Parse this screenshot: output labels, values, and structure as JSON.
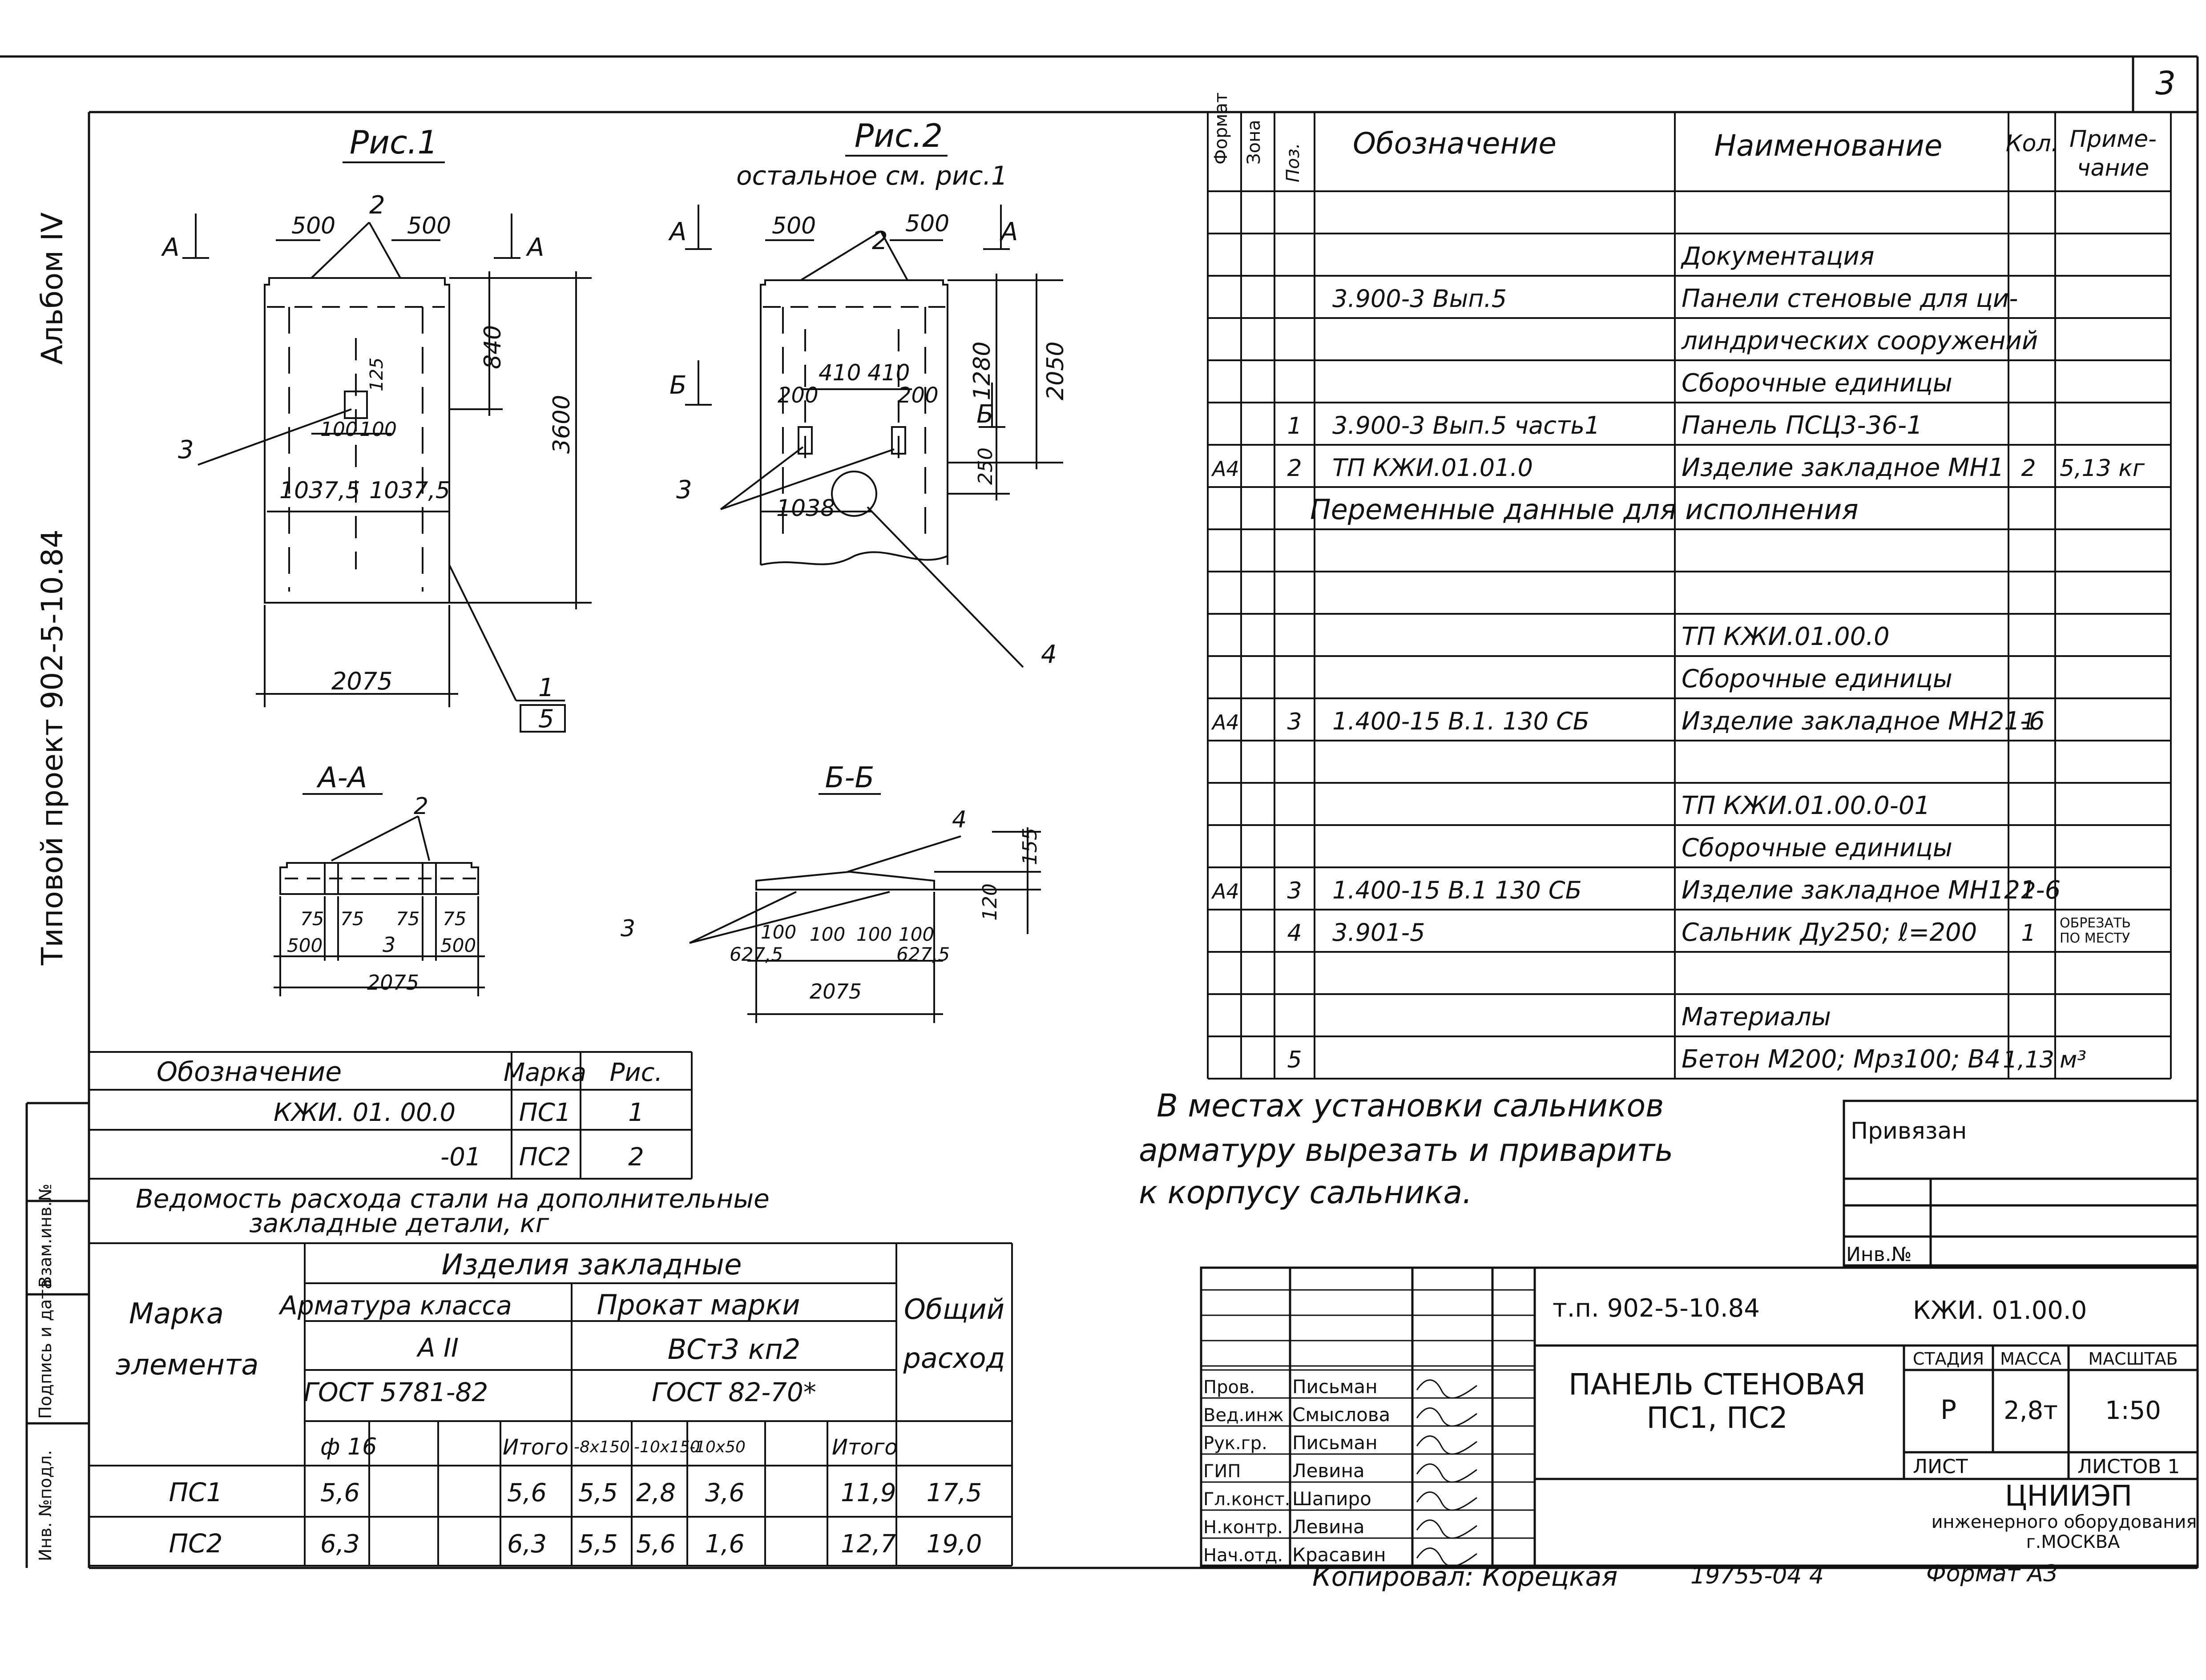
{
  "sheet_number": "3",
  "album": "Альбом IV",
  "project_side": "Типовой проект 902-5-10.84",
  "figures": {
    "fig1": {
      "title": "Рис.1",
      "dims": [
        "500",
        "500",
        "840",
        "3600",
        "125",
        "100",
        "100",
        "1037,5",
        "1037,5",
        "2075"
      ],
      "callouts": [
        "2",
        "3",
        "1",
        "5"
      ],
      "section_marks": [
        "А",
        "А"
      ]
    },
    "fig2": {
      "title": "Рис.2",
      "subtitle": "остальное см. рис.1",
      "dims": [
        "500",
        "500",
        "410",
        "410",
        "200",
        "200",
        "1280",
        "2050",
        "250",
        "1038"
      ],
      "callouts": [
        "2",
        "3",
        "4"
      ],
      "section_marks": [
        "А",
        "А",
        "Б",
        "Б"
      ]
    },
    "section_aa": {
      "title": "А-А",
      "dims": [
        "75",
        "75",
        "75",
        "75",
        "500",
        "500",
        "2075"
      ],
      "callouts": [
        "2",
        "3"
      ]
    },
    "section_bb": {
      "title": "Б-Б",
      "dims": [
        "155",
        "120",
        "100",
        "100",
        "100",
        "100",
        "627,5",
        "627,5",
        "2075"
      ],
      "callouts": [
        "4",
        "3"
      ]
    }
  },
  "mark_table": {
    "headers": [
      "Обозначение",
      "Марка",
      "Рис."
    ],
    "rows": [
      [
        "КЖИ. 01. 00.0",
        "ПС1",
        "1"
      ],
      [
        "-01",
        "ПС2",
        "2"
      ]
    ]
  },
  "steel_table": {
    "caption": "Ведомость расхода стали на дополнительные закладные детали, кг",
    "group_header": "Изделия закладные",
    "mark_header": "Марка элемента",
    "total_header": "Общий расход",
    "arm_header": "Арматура класса",
    "arm_class": "А II",
    "arm_gost": "ГОСТ 5781-82",
    "prokat_header": "Прокат марки",
    "prokat_mark": "ВСт3 кп2",
    "prokat_gost": "ГОСТ 82-70*",
    "sub_headers": [
      "ф 16",
      "",
      "",
      "Итого",
      "-8х150",
      "-10х150",
      "-10х50",
      "",
      "Итого"
    ],
    "rows": [
      {
        "mark": "ПС1",
        "cells": [
          "5,6",
          "",
          "",
          "5,6",
          "5,5",
          "2,8",
          "3,6",
          "",
          "11,9"
        ],
        "total": "17,5"
      },
      {
        "mark": "ПС2",
        "cells": [
          "6,3",
          "",
          "",
          "6,3",
          "5,5",
          "5,6",
          "1,6",
          "",
          "12,7"
        ],
        "total": "19,0"
      }
    ]
  },
  "spec_table": {
    "headers": [
      "Формат",
      "Зона",
      "Поз.",
      "Обозначение",
      "Наименование",
      "Кол.",
      "Приме-чание"
    ],
    "rows": [
      {
        "f": "",
        "z": "",
        "p": "",
        "d": "",
        "n": "",
        "q": "",
        "r": ""
      },
      {
        "f": "",
        "z": "",
        "p": "",
        "d": "",
        "n": "Документация",
        "q": "",
        "r": ""
      },
      {
        "f": "",
        "z": "",
        "p": "",
        "d": "3.900-3 Вып.5",
        "n": "Панели стеновые для ци-",
        "q": "",
        "r": ""
      },
      {
        "f": "",
        "z": "",
        "p": "",
        "d": "",
        "n": "линдрических сооружений",
        "q": "",
        "r": ""
      },
      {
        "f": "",
        "z": "",
        "p": "",
        "d": "",
        "n": "Сборочные единицы",
        "q": "",
        "r": ""
      },
      {
        "f": "",
        "z": "",
        "p": "1",
        "d": "3.900-3 Вып.5 часть1",
        "n": "Панель ПСЦ3-36-1",
        "q": "",
        "r": ""
      },
      {
        "f": "А4",
        "z": "",
        "p": "2",
        "d": "ТП            КЖИ.01.01.0",
        "n": "Изделие закладное МН1",
        "q": "2",
        "r": "5,13 кг"
      },
      {
        "f": "",
        "z": "",
        "p": "",
        "d": "",
        "n": "",
        "q": "",
        "r": ""
      },
      {
        "f": "",
        "z": "",
        "p": "",
        "d": "",
        "n": "",
        "q": "",
        "r": ""
      },
      {
        "f": "",
        "z": "",
        "p": "",
        "d": "",
        "n": "ТП           КЖИ.01.00.0",
        "q": "",
        "r": ""
      },
      {
        "f": "",
        "z": "",
        "p": "",
        "d": "",
        "n": "Сборочные единицы",
        "q": "",
        "r": ""
      },
      {
        "f": "А4",
        "z": "",
        "p": "3",
        "d": "1.400-15 В.1. 130 СБ",
        "n": "Изделие закладное МН21-6",
        "q": "1",
        "r": ""
      },
      {
        "f": "",
        "z": "",
        "p": "",
        "d": "",
        "n": "",
        "q": "",
        "r": ""
      },
      {
        "f": "",
        "z": "",
        "p": "",
        "d": "",
        "n": "ТП          КЖИ.01.00.0-01",
        "q": "",
        "r": ""
      },
      {
        "f": "",
        "z": "",
        "p": "",
        "d": "",
        "n": "Сборочные единицы",
        "q": "",
        "r": ""
      },
      {
        "f": "А4",
        "z": "",
        "p": "3",
        "d": "1.400-15 В.1 130 СБ",
        "n": "Изделие закладное МН121-6",
        "q": "2",
        "r": ""
      },
      {
        "f": "",
        "z": "",
        "p": "4",
        "d": "3.901-5",
        "n": "Сальник Ду250; ℓ=200",
        "q": "1",
        "r": "ОБРЕЗАТЬ ПО МЕСТУ"
      },
      {
        "f": "",
        "z": "",
        "p": "",
        "d": "",
        "n": "",
        "q": "",
        "r": ""
      },
      {
        "f": "",
        "z": "",
        "p": "",
        "d": "",
        "n": "Материалы",
        "q": "",
        "r": ""
      },
      {
        "f": "",
        "z": "",
        "p": "5",
        "d": "",
        "n": "Бетон М200; Мрз100; В4",
        "q": "1,13",
        "r": "м³"
      }
    ],
    "variable_data": "Переменные данные для исполнения"
  },
  "note": [
    "В местах установки сальников",
    "арматуру вырезать и приварить",
    "к корпусу сальника."
  ],
  "binding": {
    "label": "Привязан",
    "inv": "Инв.№"
  },
  "left_stamp": [
    "Инв. №подл.",
    "Подпись и дата",
    "Взам.инв.№"
  ],
  "title_block": {
    "project": "т.п. 902-5-10.84",
    "code": "КЖИ. 01.00.0",
    "name": "ПАНЕЛЬ СТЕНОВАЯ",
    "name2": "ПС1, ПС2",
    "stage_h": "СТАДИЯ",
    "mass_h": "МАССА",
    "scale_h": "МАСШТАБ",
    "stage": "Р",
    "mass": "2,8т",
    "scale": "1:50",
    "sheet": "ЛИСТ",
    "sheets": "ЛИСТОВ 1",
    "org": "ЦНИИЭП",
    "org2": "инженерного оборудования",
    "org3": "г.МОСКВА",
    "staff": [
      [
        "Пров.",
        "Письман"
      ],
      [
        "Вед.инж",
        "Смыслова"
      ],
      [
        "Рук.гр.",
        "Письман"
      ],
      [
        "ГИП",
        "Левина"
      ],
      [
        "Гл.конст.",
        "Шапиро"
      ],
      [
        "Н.контр.",
        "Левина"
      ],
      [
        "Нач.отд.",
        "Красавин"
      ]
    ]
  },
  "footer": {
    "copied": "Копировал: Корецкая",
    "num": "19755-04  4",
    "format": "Формат А3"
  }
}
